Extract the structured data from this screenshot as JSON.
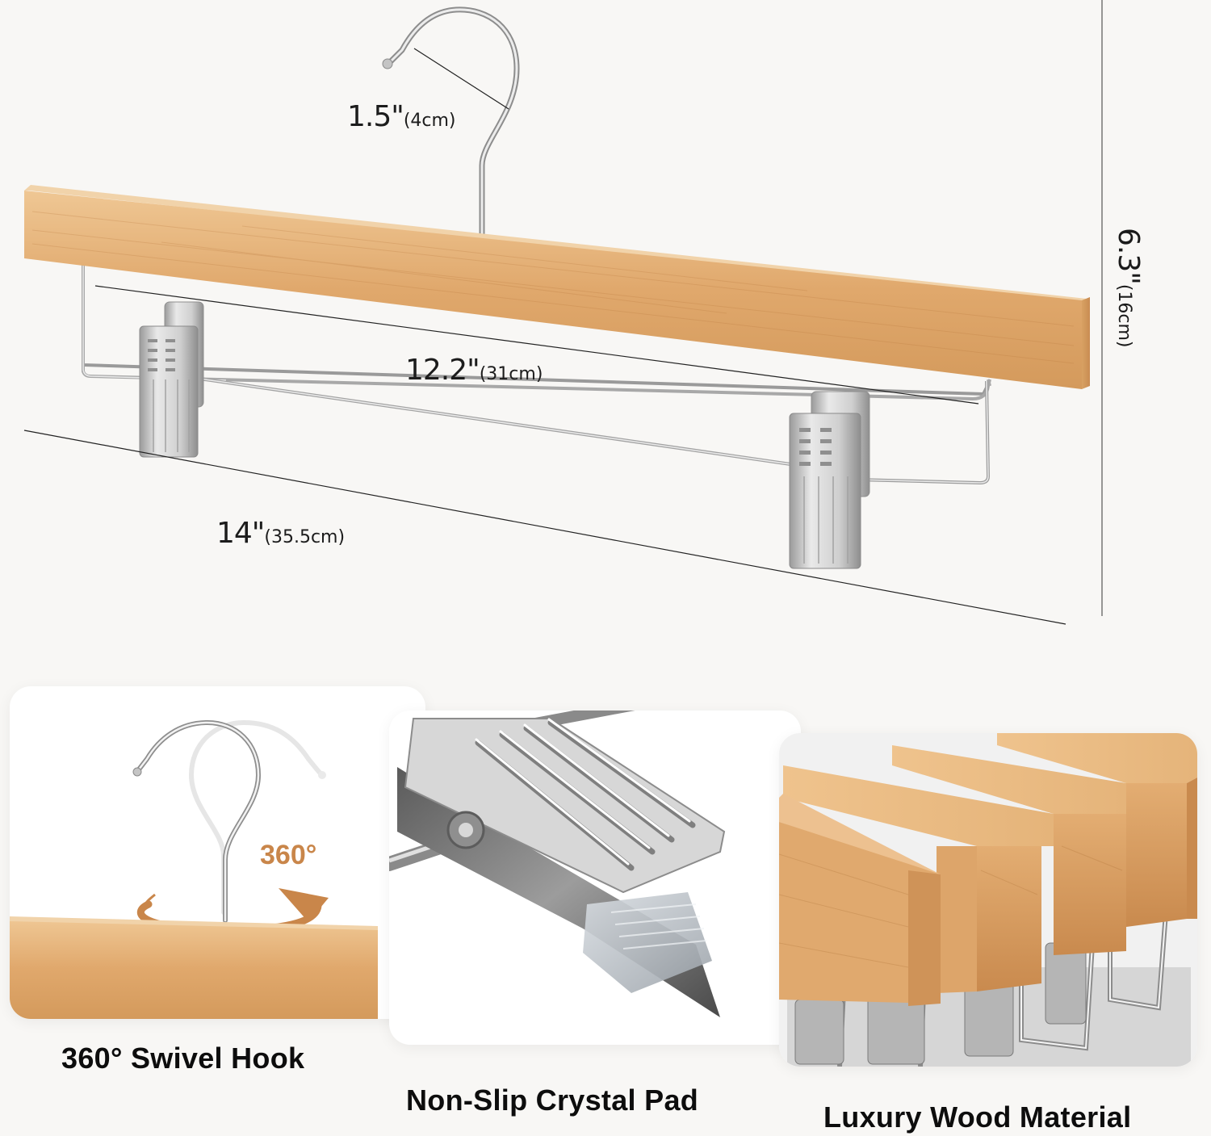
{
  "product": {
    "name": "Wooden pants hanger with clips",
    "colors": {
      "background": "#f8f7f5",
      "wood_light": "#e8b982",
      "wood_mid": "#d9a066",
      "wood_dark": "#c98a4e",
      "chrome_light": "#eeeeee",
      "chrome_mid": "#b9b9b9",
      "chrome_dark": "#6f6f6f",
      "accent_orange": "#c9864a",
      "text": "#1a1a1a"
    }
  },
  "dimensions": {
    "hook": {
      "value": "1.5\"",
      "metric": "(4cm)"
    },
    "height": {
      "value": "6.3\"",
      "metric": "(16cm)"
    },
    "clip_span": {
      "value": "12.2\"",
      "metric": "(31cm)"
    },
    "length": {
      "value": "14\"",
      "metric": "(35.5cm)"
    }
  },
  "features": [
    {
      "caption": "360° Swivel Hook",
      "badge": "360°"
    },
    {
      "caption": "Non-Slip Crystal Pad"
    },
    {
      "caption": "Luxury Wood Material"
    }
  ]
}
